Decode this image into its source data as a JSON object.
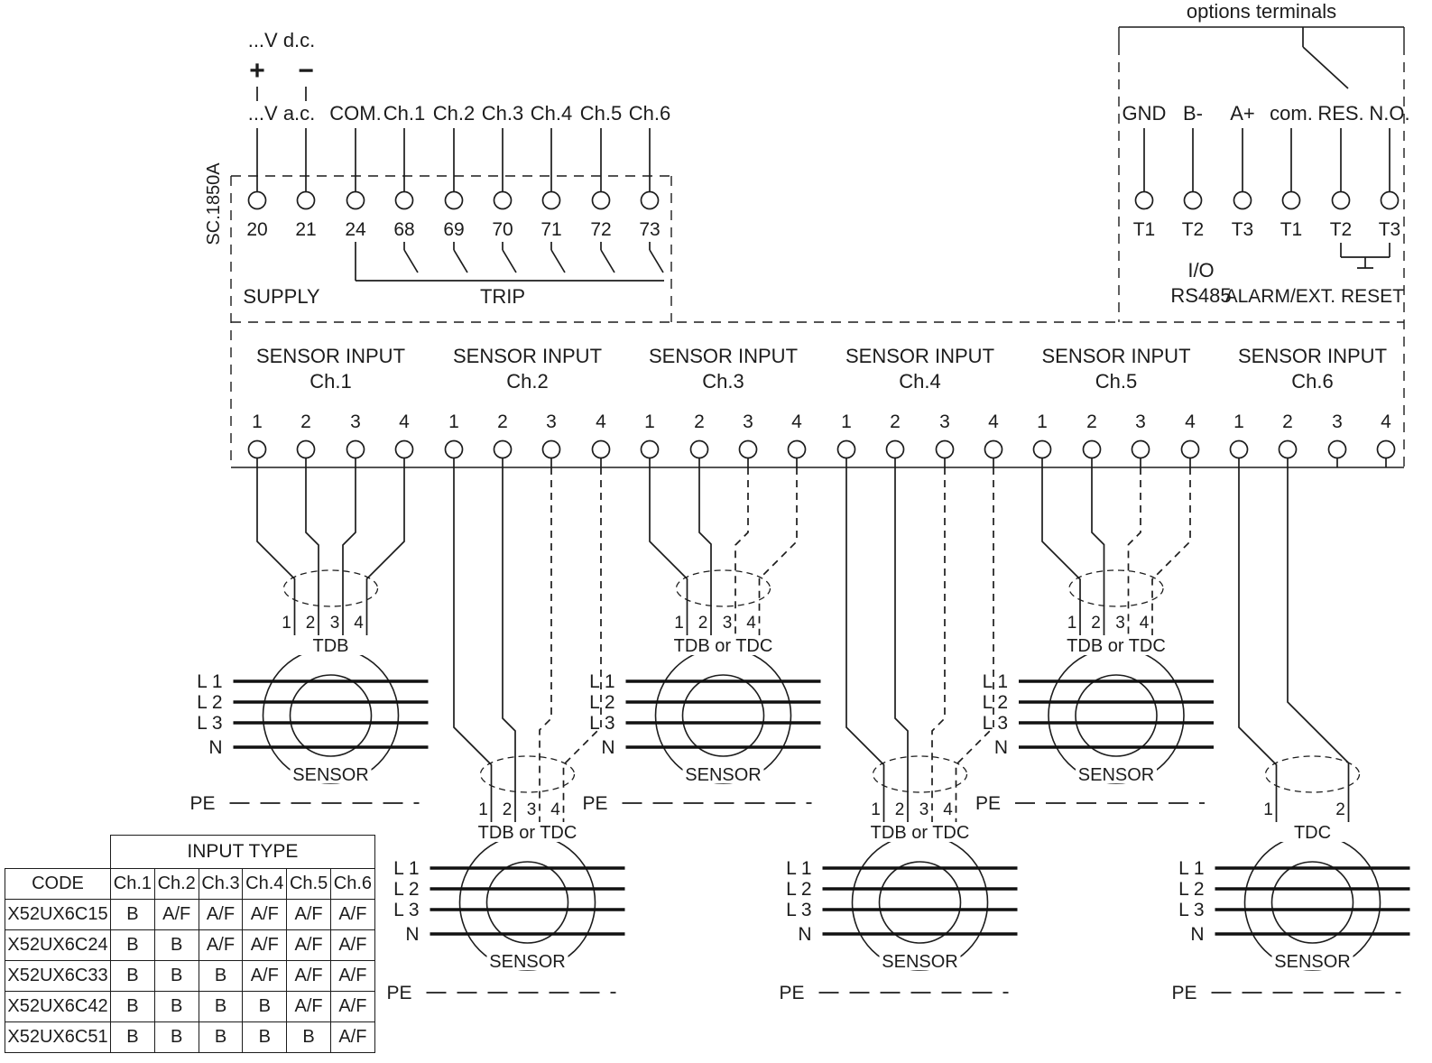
{
  "colors": {
    "ink": "#1c1c1c",
    "background": "#ffffff"
  },
  "model": "SC.1850A",
  "supply": {
    "dc_label": "...V d.c.",
    "plus": "+",
    "minus": "−",
    "ac_label": "...V a.c.",
    "section_label": "SUPPLY",
    "terminals": [
      {
        "num": "20"
      },
      {
        "num": "21"
      }
    ]
  },
  "trip": {
    "section_label": "TRIP",
    "terminals": [
      {
        "label": "COM.",
        "num": "24"
      },
      {
        "label": "Ch.1",
        "num": "68"
      },
      {
        "label": "Ch.2",
        "num": "69"
      },
      {
        "label": "Ch.3",
        "num": "70"
      },
      {
        "label": "Ch.4",
        "num": "71"
      },
      {
        "label": "Ch.5",
        "num": "72"
      },
      {
        "label": "Ch.6",
        "num": "73"
      }
    ]
  },
  "options": {
    "title": "options terminals",
    "io": "I/O",
    "rs485": "RS485",
    "alarm": "ALARM/EXT. RESET",
    "rs485_terminals": [
      {
        "label": "GND",
        "num": "T1"
      },
      {
        "label": "B-",
        "num": "T2"
      },
      {
        "label": "A+",
        "num": "T3"
      }
    ],
    "alarm_terminals": [
      {
        "label": "com.",
        "num": "T1"
      },
      {
        "label": "RES.",
        "num": "T2"
      },
      {
        "label": "N.O.",
        "num": "T3"
      }
    ]
  },
  "channels": [
    {
      "title": "SENSOR INPUT",
      "ch": "Ch.1",
      "terminals": [
        "1",
        "2",
        "3",
        "4"
      ],
      "entries": [
        "1",
        "2",
        "3",
        "4"
      ],
      "sensor_type": "TDB",
      "sensor_label": "SENSOR",
      "lines": [
        "L 1",
        "L 2",
        "L 3",
        "N"
      ],
      "pe": "PE"
    },
    {
      "title": "SENSOR INPUT",
      "ch": "Ch.2",
      "terminals": [
        "1",
        "2",
        "3",
        "4"
      ],
      "entries": [
        "1",
        "2",
        "3",
        "4"
      ],
      "sensor_type": "TDB or TDC",
      "sensor_label": "SENSOR",
      "lines": [
        "L 1",
        "L 2",
        "L 3",
        "N"
      ],
      "pe": "PE"
    },
    {
      "title": "SENSOR INPUT",
      "ch": "Ch.3",
      "terminals": [
        "1",
        "2",
        "3",
        "4"
      ],
      "entries": [
        "1",
        "2",
        "3",
        "4"
      ],
      "sensor_type": "TDB or TDC",
      "sensor_label": "SENSOR",
      "lines": [
        "L 1",
        "L 2",
        "L 3",
        "N"
      ],
      "pe": "PE"
    },
    {
      "title": "SENSOR INPUT",
      "ch": "Ch.4",
      "terminals": [
        "1",
        "2",
        "3",
        "4"
      ],
      "entries": [
        "1",
        "2",
        "3",
        "4"
      ],
      "sensor_type": "TDB or TDC",
      "sensor_label": "SENSOR",
      "lines": [
        "L 1",
        "L 2",
        "L 3",
        "N"
      ],
      "pe": "PE"
    },
    {
      "title": "SENSOR INPUT",
      "ch": "Ch.5",
      "terminals": [
        "1",
        "2",
        "3",
        "4"
      ],
      "entries": [
        "1",
        "2",
        "3",
        "4"
      ],
      "sensor_type": "TDB or TDC",
      "sensor_label": "SENSOR",
      "lines": [
        "L 1",
        "L 2",
        "L 3",
        "N"
      ],
      "pe": "PE"
    },
    {
      "title": "SENSOR INPUT",
      "ch": "Ch.6",
      "terminals": [
        "1",
        "2",
        "3",
        "4"
      ],
      "entries": [
        "1",
        "2"
      ],
      "sensor_type": "TDC",
      "sensor_label": "SENSOR",
      "lines": [
        "L 1",
        "L 2",
        "L 3",
        "N"
      ],
      "pe": "PE"
    }
  ],
  "table": {
    "title": "INPUT TYPE",
    "code_header": "CODE",
    "columns": [
      "Ch.1",
      "Ch.2",
      "Ch.3",
      "Ch.4",
      "Ch.5",
      "Ch.6"
    ],
    "rows": [
      {
        "code": "X52UX6C15",
        "values": [
          "B",
          "A/F",
          "A/F",
          "A/F",
          "A/F",
          "A/F"
        ]
      },
      {
        "code": "X52UX6C24",
        "values": [
          "B",
          "B",
          "A/F",
          "A/F",
          "A/F",
          "A/F"
        ]
      },
      {
        "code": "X52UX6C33",
        "values": [
          "B",
          "B",
          "B",
          "A/F",
          "A/F",
          "A/F"
        ]
      },
      {
        "code": "X52UX6C42",
        "values": [
          "B",
          "B",
          "B",
          "B",
          "A/F",
          "A/F"
        ]
      },
      {
        "code": "X52UX6C51",
        "values": [
          "B",
          "B",
          "B",
          "B",
          "B",
          "A/F"
        ]
      }
    ]
  }
}
